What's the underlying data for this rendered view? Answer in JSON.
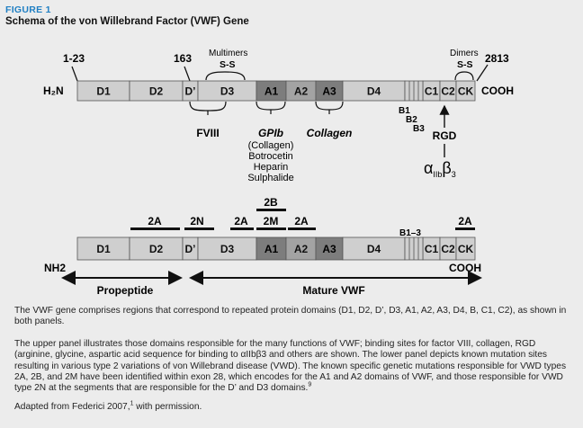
{
  "figure": {
    "label": "FIGURE 1",
    "title": "Schema of the von Willebrand Factor (VWF) Gene"
  },
  "upper": {
    "pos_start": "1-23",
    "pos_mid": "163",
    "pos_end": "2813",
    "n_term": "H₂N",
    "c_term": "COOH",
    "multimers": "Multimers",
    "multimers_ss": "S-S",
    "dimers": "Dimers",
    "dimers_ss": "S-S",
    "domains": [
      {
        "label": "D1",
        "color": "#cfcfcf"
      },
      {
        "label": "D2",
        "color": "#cfcfcf"
      },
      {
        "label": "D’",
        "color": "#cfcfcf"
      },
      {
        "label": "D3",
        "color": "#cfcfcf"
      },
      {
        "label": "A1",
        "color": "#7d7d7d"
      },
      {
        "label": "A2",
        "color": "#a3a3a3"
      },
      {
        "label": "A3",
        "color": "#7d7d7d"
      },
      {
        "label": "D4",
        "color": "#cfcfcf"
      },
      {
        "label": "C1",
        "color": "#cfcfcf"
      },
      {
        "label": "C2",
        "color": "#cfcfcf"
      },
      {
        "label": "CK",
        "color": "#cfcfcf"
      }
    ],
    "b_labels": [
      "B1",
      "B2",
      "B3"
    ],
    "fviii": "FVIII",
    "gpib": "GPIb",
    "gpib_list": [
      "(Collagen)",
      "Botrocetin",
      "Heparin",
      "Sulphalide"
    ],
    "collagen": "Collagen",
    "rgd": "RGD",
    "integrin_alpha": "α",
    "integrin_sub": "IIb",
    "integrin_beta": "β",
    "integrin_num": "3"
  },
  "lower": {
    "mutations": [
      "2A",
      "2N",
      "2A",
      "2B",
      "2M",
      "2A",
      "2A"
    ],
    "b_label": "B1–3",
    "n_term": "NH2",
    "c_term": "COOH",
    "propeptide": "Propeptide",
    "mature": "Mature VWF"
  },
  "caption": {
    "p1": "The VWF gene comprises regions that correspond to repeated protein domains (D1, D2, D’, D3, A1, A2, A3, D4, B, C1, C2), as shown in both panels.",
    "p2": "The upper panel illustrates those domains responsible for the many functions of VWF; binding sites for factor VIII, collagen, RGD (arginine, glycine, aspartic acid sequence for binding to αIIbβ3 and others are shown. The lower panel depicts known mutation sites resulting in various type 2 variations of von Willebrand disease (VWD). The known specific genetic mutations responsible for VWD types 2A, 2B, and 2M have been identified within exon 28, which encodes for the A1 and A2 domains of VWF, and those responsible for VWD type 2N at the segments that are responsible for the D’ and D3 domains.",
    "p2_ref": "9",
    "p3": "Adapted from Federici 2007,",
    "p3_ref": "1",
    "p3_tail": " with permission."
  }
}
